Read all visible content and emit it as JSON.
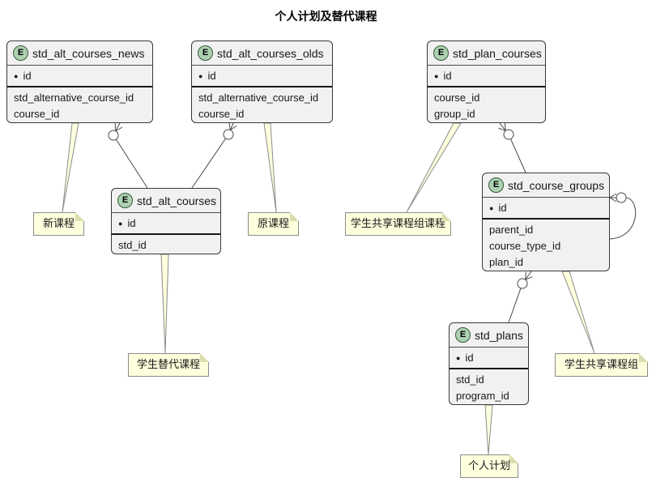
{
  "title": "个人计划及替代课程",
  "icons": {
    "entity_badge": "E",
    "pk_bullet": "●"
  },
  "colors": {
    "entity_fill": "#F1F1F1",
    "entity_border": "#383838",
    "badge_fill": "#ADD1B2",
    "note_fill": "#FEFFDD",
    "line": "#4A4A4A"
  },
  "entities": {
    "news": {
      "name": "std_alt_courses_news",
      "pk": "id",
      "fields": [
        "std_alternative_course_id",
        "course_id"
      ]
    },
    "olds": {
      "name": "std_alt_courses_olds",
      "pk": "id",
      "fields": [
        "std_alternative_course_id",
        "course_id"
      ]
    },
    "plan_courses": {
      "name": "std_plan_courses",
      "pk": "id",
      "fields": [
        "course_id",
        "group_id"
      ]
    },
    "alt_courses": {
      "name": "std_alt_courses",
      "pk": "id",
      "fields": [
        "std_id"
      ]
    },
    "course_groups": {
      "name": "std_course_groups",
      "pk": "id",
      "fields": [
        "parent_id",
        "course_type_id",
        "plan_id"
      ]
    },
    "plans": {
      "name": "std_plans",
      "pk": "id",
      "fields": [
        "std_id",
        "program_id"
      ]
    }
  },
  "notes": {
    "new_course": "新课程",
    "old_course": "原课程",
    "shared_group_course": "学生共享课程组课程",
    "alt_course": "学生替代课程",
    "shared_group": "学生共享课程组",
    "personal_plan": "个人计划"
  }
}
